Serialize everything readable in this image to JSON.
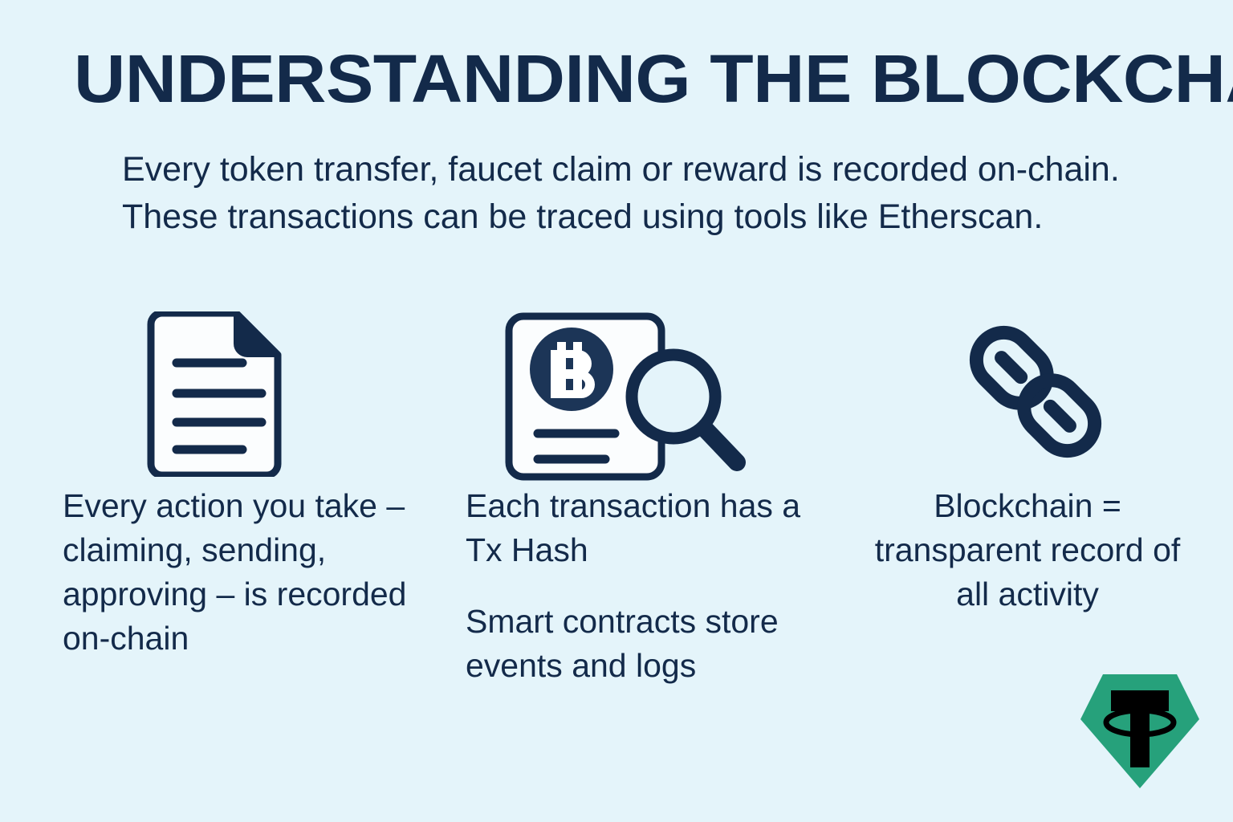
{
  "meta": {
    "background_color": "#e4f4fa",
    "ink_color": "#132a4a",
    "accent_color": "#26a17b",
    "paper_color": "#fbfdfe"
  },
  "header": {
    "title": "UNDERSTANDING THE BLOCKCHAIN",
    "subtitle": "Every token transfer, faucet claim or reward is recorded on-chain. These transactions can be traced using tools like Etherscan."
  },
  "columns": [
    {
      "icon": "document-lines-icon",
      "paragraphs": [
        "Every action you take – claiming, sending, approving – is recorded on-chain"
      ]
    },
    {
      "icon": "bitcoin-document-magnifier-icon",
      "paragraphs": [
        "Each transaction has a Tx Hash",
        "Smart contracts store events and logs"
      ]
    },
    {
      "icon": "chain-link-icon",
      "paragraphs": [
        "Blockchain = transparent record of all activity"
      ]
    }
  ],
  "brand": {
    "logo": "tether-logo",
    "logo_color": "#26a17b",
    "logo_mark_color": "#000000"
  }
}
